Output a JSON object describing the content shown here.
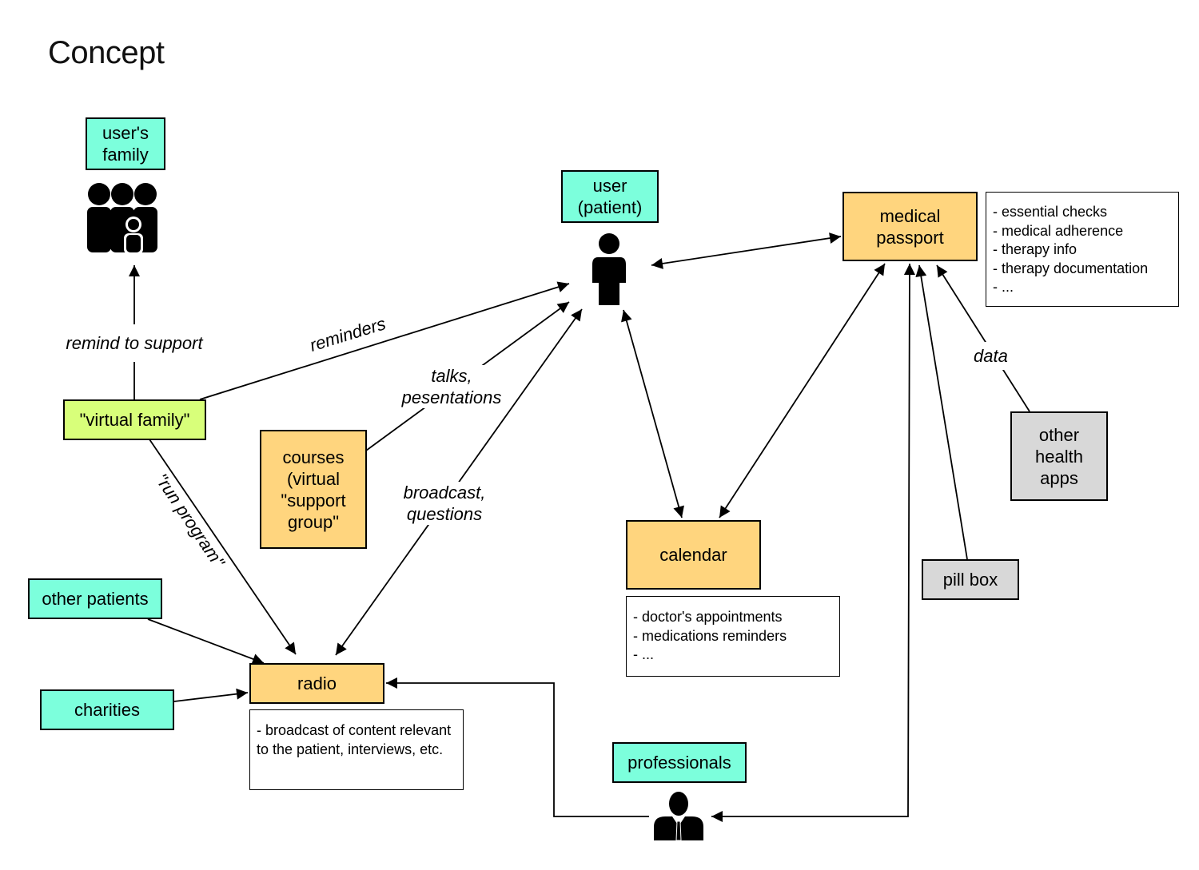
{
  "title": "Concept",
  "nodes": {
    "users_family": "user's\nfamily",
    "user_patient": "user\n(patient)",
    "medical_passport": "medical\npassport",
    "virtual_family": "\"virtual family\"",
    "courses": "courses\n(virtual\n\"support\ngroup\"",
    "calendar": "calendar",
    "other_health_apps": "other\nhealth\napps",
    "pill_box": "pill box",
    "other_patients": "other patients",
    "radio": "radio",
    "charities": "charities",
    "professionals": "professionals"
  },
  "notes": {
    "medical_passport": [
      "- essential checks",
      "- medical adherence",
      "- therapy info",
      "- therapy documentation",
      "- ..."
    ],
    "calendar": [
      "- doctor's appointments",
      "- medications reminders",
      "- ..."
    ],
    "radio": "- broadcast of content relevant to the patient, interviews, etc."
  },
  "edge_labels": {
    "remind_to_support": "remind to support",
    "reminders": "reminders",
    "talks": "talks,\npesentations",
    "broadcast": "broadcast,\nquestions",
    "run_program": "\"run program\"",
    "data": "data"
  },
  "icons": {
    "family": "family-group-icon",
    "patient": "person-icon",
    "professional": "businessman-icon"
  },
  "colors": {
    "teal": "#7cffdc",
    "orange": "#ffd57e",
    "lime": "#d8ff7a",
    "gray": "#d8d8d8"
  }
}
